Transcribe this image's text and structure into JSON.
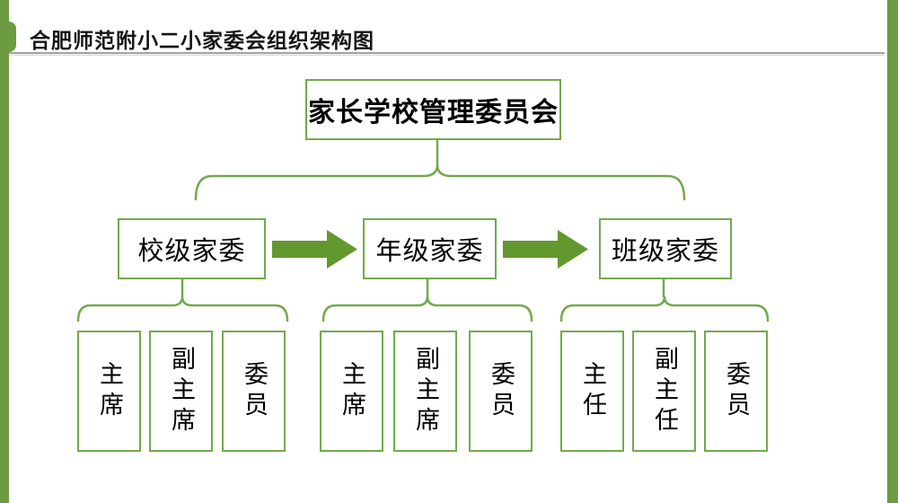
{
  "page": {
    "title": "合肥师范附小二小家委会组织架构图"
  },
  "org_chart": {
    "root": "家长学校管理委员会",
    "groups": [
      {
        "label": "校级家委",
        "members": [
          "主席",
          "副主席",
          "委员"
        ]
      },
      {
        "label": "年级家委",
        "members": [
          "主席",
          "副主席",
          "委员"
        ]
      },
      {
        "label": "班级家委",
        "members": [
          "主任",
          "副主任",
          "委员"
        ]
      }
    ]
  },
  "colors": {
    "box_border_green": "#74a94c",
    "arrow_green": "#62982e",
    "sidebar_green": "#6d9b42",
    "divider_gray": "#a3a3a3"
  }
}
